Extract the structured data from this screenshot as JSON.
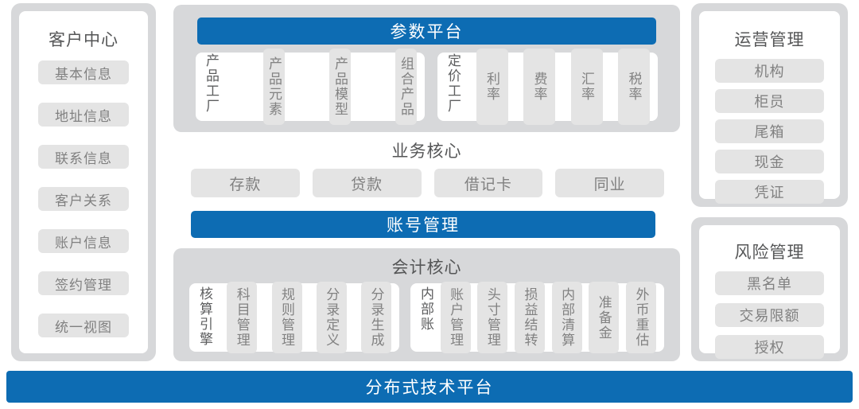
{
  "colors": {
    "brand_blue": "#0d6cb3",
    "frame_gray": "#d7d8da",
    "pill_gray": "#e4e4e4",
    "title_gray": "#555657",
    "pill_text": "#808080"
  },
  "customer_center": {
    "title": "客户中心",
    "items": [
      "基本信息",
      "地址信息",
      "联系信息",
      "客户关系",
      "账户信息",
      "签约管理",
      "统一视图"
    ]
  },
  "parameter_platform": {
    "banner": "参数平台",
    "groups": [
      {
        "label": "产品工厂",
        "items": [
          "产品元素",
          "产品模型",
          "组合产品"
        ]
      },
      {
        "label": "定价工厂",
        "items": [
          "利率",
          "费率",
          "汇率",
          "税率"
        ]
      }
    ]
  },
  "business_core": {
    "title": "业务核心",
    "items": [
      "存款",
      "贷款",
      "借记卡",
      "同业"
    ],
    "banner": "账号管理"
  },
  "accounting_core": {
    "title": "会计核心",
    "groups": [
      {
        "label": "核算引擎",
        "items": [
          "科目管理",
          "规则管理",
          "分录定义",
          "分录生成"
        ]
      },
      {
        "label": "内部账",
        "items": [
          "账户管理",
          "头寸管理",
          "损益结转",
          "内部清算",
          "准备金",
          "外币重估"
        ]
      }
    ]
  },
  "operations_management": {
    "title": "运营管理",
    "items": [
      "机构",
      "柜员",
      "尾箱",
      "现金",
      "凭证"
    ]
  },
  "risk_management": {
    "title": "风险管理",
    "items": [
      "黑名单",
      "交易限额",
      "授权"
    ]
  },
  "tech_platform": {
    "banner": "分布式技术平台"
  }
}
